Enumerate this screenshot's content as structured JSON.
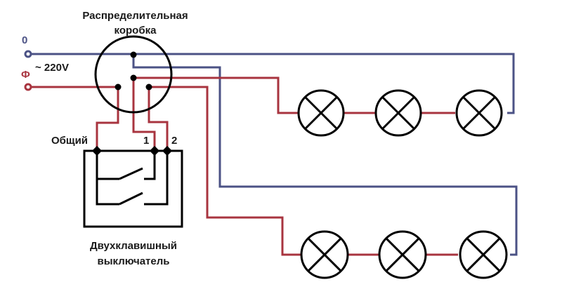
{
  "colors": {
    "neutral": "#4b5285",
    "phase": "#a8343f",
    "black": "#000000"
  },
  "labels": {
    "junction_box_line1": "Распределительная",
    "junction_box_line2": "коробка",
    "neutral_symbol": "0",
    "phase_symbol": "Ф",
    "voltage": "~ 220V",
    "switch_common": "Общий",
    "switch_terminal_1": "1",
    "switch_terminal_2": "2",
    "switch_caption_line1": "Двухклавишный",
    "switch_caption_line2": "выключатель"
  },
  "lamp_groups": [
    {
      "name": "top",
      "lamp_count": 3
    },
    {
      "name": "bottom",
      "lamp_count": 3
    }
  ]
}
